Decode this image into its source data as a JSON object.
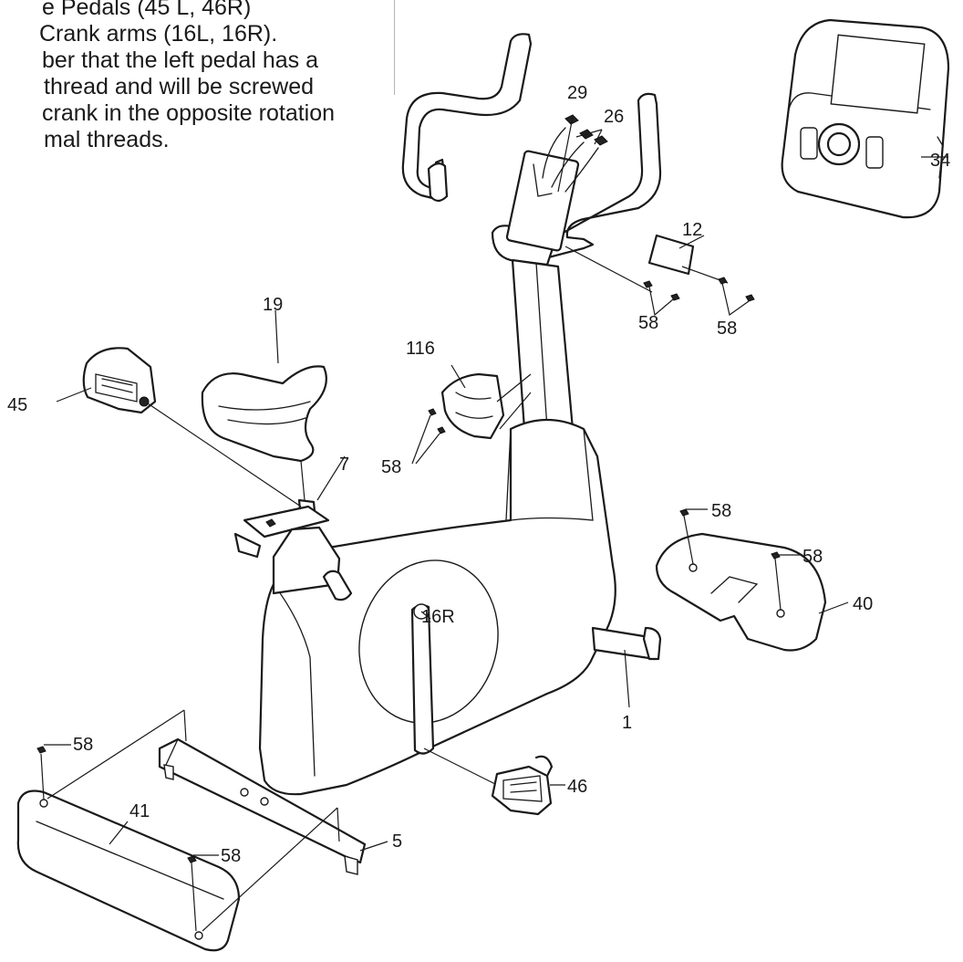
{
  "instructions": {
    "lines": [
      "e Pedals (45 L, 46R)",
      "Crank arms (16L, 16R).",
      "ber that the left pedal has a",
      "thread and will be screwed",
      "crank in the opposite rotation",
      "mal threads."
    ]
  },
  "callouts": {
    "c29": "29",
    "c26": "26",
    "c34": "34",
    "c12": "12",
    "c58_handle_left": "58",
    "c58_handle_right": "58",
    "c19": "19",
    "c116": "116",
    "c45": "45",
    "c58_bottle": "58",
    "c7": "7",
    "c58_rear_top": "58",
    "c58_rear_right": "58",
    "c40": "40",
    "c16R": "16R",
    "c1": "1",
    "c46": "46",
    "c58_front_left": "58",
    "c41": "41",
    "c58_front_mid": "58",
    "c5": "5"
  }
}
